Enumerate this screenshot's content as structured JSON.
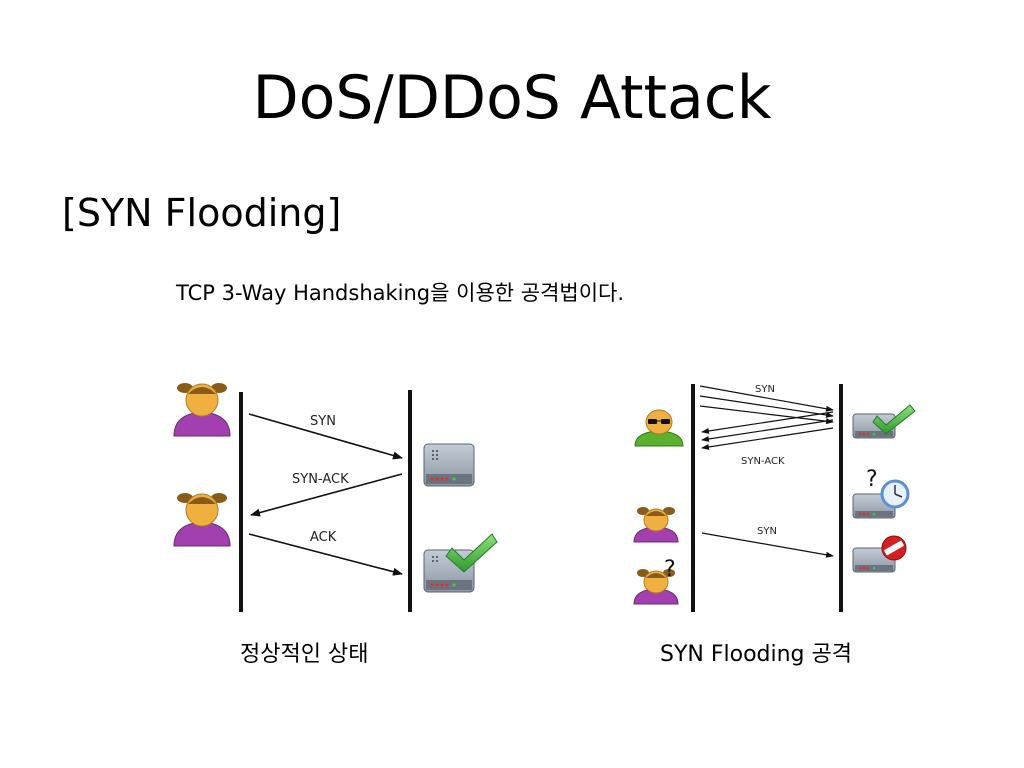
{
  "title": "DoS/DDoS Attack",
  "subtitle": "[SYN Flooding]",
  "description": "TCP 3-Way Handshaking을 이용한 공격법이다.",
  "left_diagram": {
    "caption": "정상적인 상태",
    "messages": [
      "SYN",
      "SYN-ACK",
      "ACK"
    ]
  },
  "right_diagram": {
    "caption": "SYN Flooding 공격",
    "messages": [
      "SYN",
      "SYN-ACK",
      "SYN"
    ],
    "question_mark": "?"
  },
  "colors": {
    "person_purple": "#a340b0",
    "person_face": "#f0b040",
    "attacker_green": "#5bb030",
    "server_gray": "#9aa4b0",
    "check_green": "#3ca83c",
    "error_red": "#d42020",
    "clock_blue": "#5c8fd6"
  }
}
